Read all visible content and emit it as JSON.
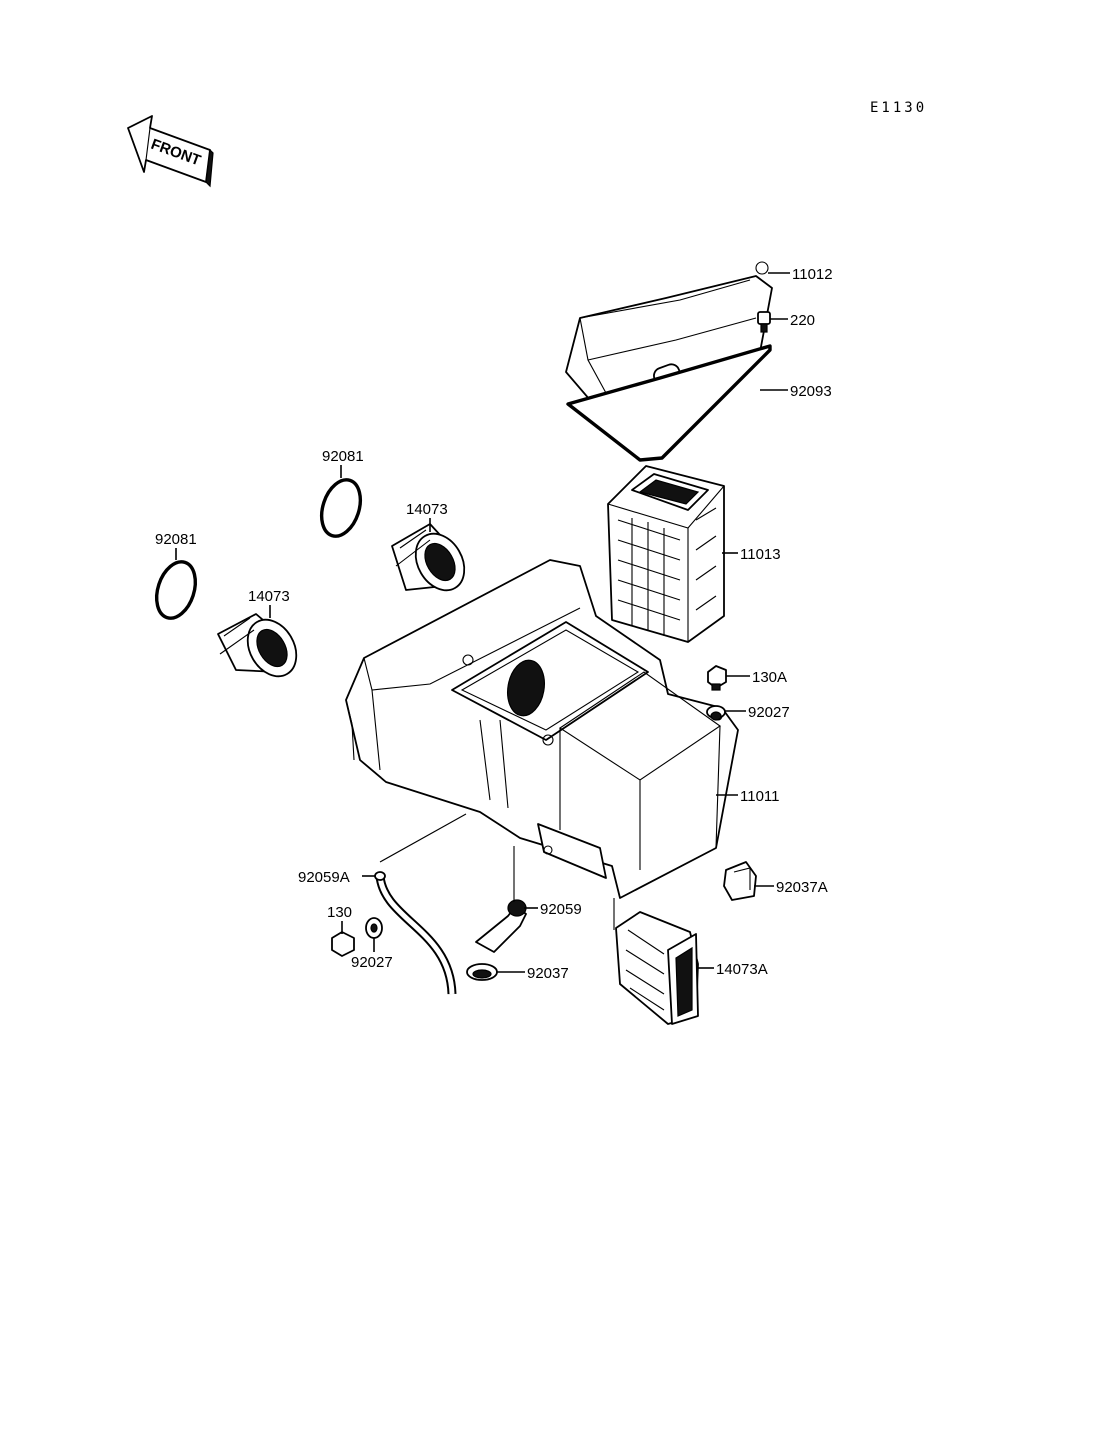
{
  "diagram": {
    "code": "E1130",
    "front_label": "FRONT",
    "callouts": {
      "bolt_220": "220",
      "cover_11012": "11012",
      "gasket_92093": "92093",
      "ring_92081_right": "92081",
      "ring_92081_left": "92081",
      "duct_14073_right": "14073",
      "duct_14073_left": "14073",
      "element_11013": "11013",
      "bolt_130A": "130A",
      "washer_92027_right": "92027",
      "case_11011": "11011",
      "hose_92059A": "92059A",
      "drain_92059": "92059",
      "clamp_92037A": "92037A",
      "bolt_130": "130",
      "washer_92027_left": "92027",
      "clamp_92037": "92037",
      "duct_14073A": "14073A"
    }
  }
}
